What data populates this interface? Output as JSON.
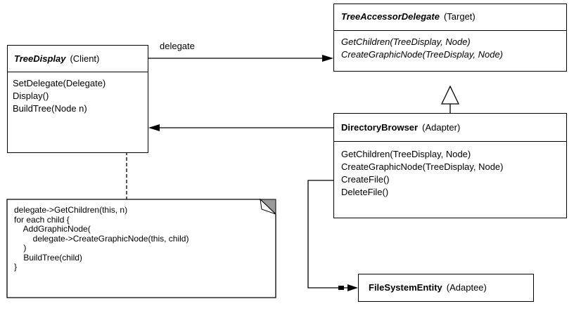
{
  "tree_display": {
    "name": "TreeDisplay",
    "stereotype": "(Client)",
    "operations": [
      "SetDelegate(Delegate)",
      "Display()",
      "BuildTree(Node n)"
    ]
  },
  "tree_accessor_delegate": {
    "name": "TreeAccessorDelegate",
    "stereotype": "(Target)",
    "operations": [
      "GetChildren(TreeDisplay, Node)",
      "CreateGraphicNode(TreeDisplay, Node)"
    ]
  },
  "directory_browser": {
    "name": "DirectoryBrowser",
    "stereotype": "(Adapter)",
    "operations": [
      "GetChildren(TreeDisplay, Node)",
      "CreateGraphicNode(TreeDisplay, Node)",
      "CreateFile()",
      "DeleteFile()"
    ]
  },
  "file_system_entity": {
    "name": "FileSystemEntity",
    "stereotype": "(Adaptee)"
  },
  "delegate_label": "delegate",
  "note_lines": [
    "delegate->GetChildren(this, n)",
    "for each child {",
    "    AddGraphicNode(",
    "        delegate->CreateGraphicNode(this, child)",
    "    )",
    "    BuildTree(child)",
    "}"
  ]
}
